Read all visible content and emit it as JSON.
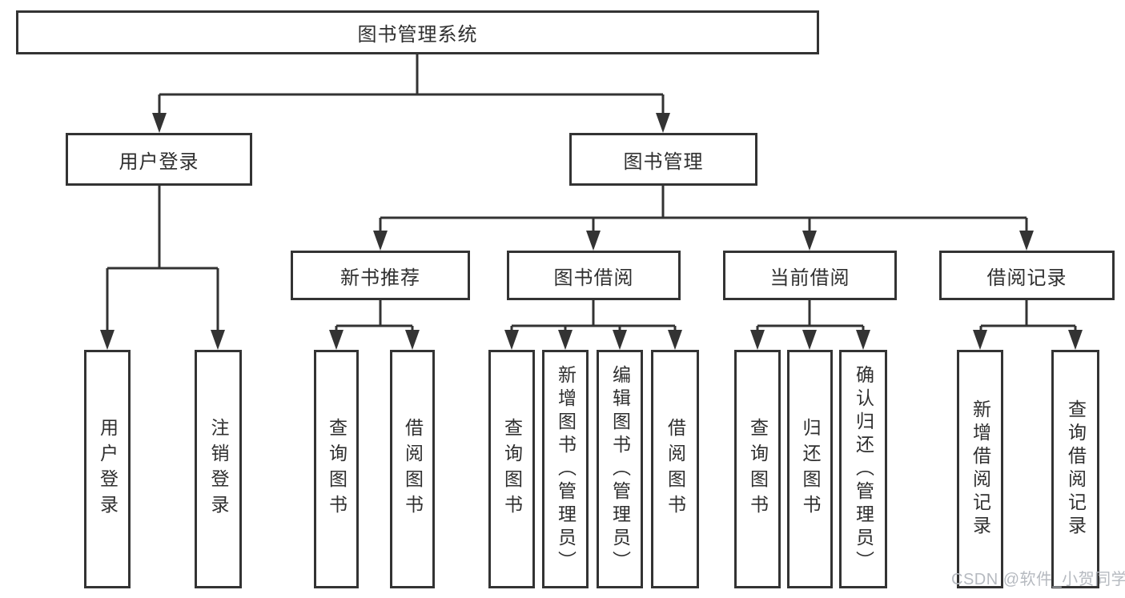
{
  "diagram": {
    "type": "hierarchy",
    "root": {
      "label": "图书管理系统"
    },
    "branches": [
      {
        "label": "用户登录",
        "children": [
          {
            "label": "用户登录"
          },
          {
            "label": "注销登录"
          }
        ]
      },
      {
        "label": "图书管理",
        "groups": [
          {
            "label": "新书推荐",
            "children": [
              {
                "label": "查询图书"
              },
              {
                "label": "借阅图书"
              }
            ]
          },
          {
            "label": "图书借阅",
            "children": [
              {
                "label": "查询图书"
              },
              {
                "label": "新增图书（管理员）"
              },
              {
                "label": "编辑图书（管理员）"
              },
              {
                "label": "借阅图书"
              }
            ]
          },
          {
            "label": "当前借阅",
            "children": [
              {
                "label": "查询图书"
              },
              {
                "label": "归还图书"
              },
              {
                "label": "确认归还（管理员）"
              }
            ]
          },
          {
            "label": "借阅记录",
            "children": [
              {
                "label": "新增借阅记录"
              },
              {
                "label": "查询借阅记录"
              }
            ]
          }
        ]
      }
    ],
    "watermark": "CSDN @软件_小贺同学",
    "colors": {
      "line": "#333333",
      "text": "#2f2f2f",
      "watermark": "#b6bac0",
      "background": "#ffffff"
    }
  }
}
